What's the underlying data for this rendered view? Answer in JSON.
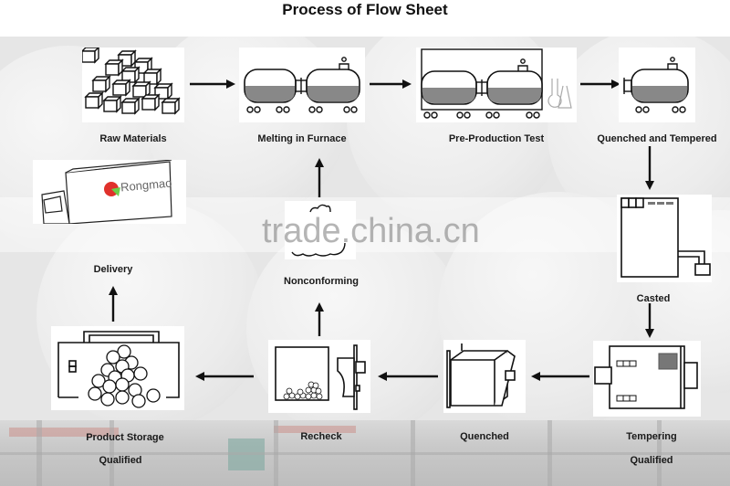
{
  "title": "Process of Flow Sheet",
  "watermark": "trade.china.cn",
  "truck_brand": "Rongmao",
  "steps": {
    "raw_materials": "Raw Materials",
    "melting": "Melting in Furnace",
    "pre_production_test": "Pre-Production Test",
    "quenched_tempered": "Quenched and Tempered",
    "casted": "Casted",
    "tempering": "Tempering",
    "tempering_status": "Qualified",
    "quenched": "Quenched",
    "recheck": "Recheck",
    "nonconforming": "Nonconforming",
    "product_storage": "Product Storage",
    "product_storage_status": "Qualified",
    "delivery": "Delivery"
  },
  "flow": [
    {
      "from": "Raw Materials",
      "to": "Melting in Furnace"
    },
    {
      "from": "Melting in Furnace",
      "to": "Pre-Production Test"
    },
    {
      "from": "Pre-Production Test",
      "to": "Quenched and Tempered"
    },
    {
      "from": "Quenched and Tempered",
      "to": "Casted"
    },
    {
      "from": "Casted",
      "to": "Tempering"
    },
    {
      "from": "Tempering",
      "to": "Quenched"
    },
    {
      "from": "Quenched",
      "to": "Recheck"
    },
    {
      "from": "Recheck",
      "to": "Product Storage"
    },
    {
      "from": "Recheck",
      "to": "Nonconforming"
    },
    {
      "from": "Nonconforming",
      "to": "Melting in Furnace"
    },
    {
      "from": "Product Storage",
      "to": "Delivery"
    }
  ]
}
